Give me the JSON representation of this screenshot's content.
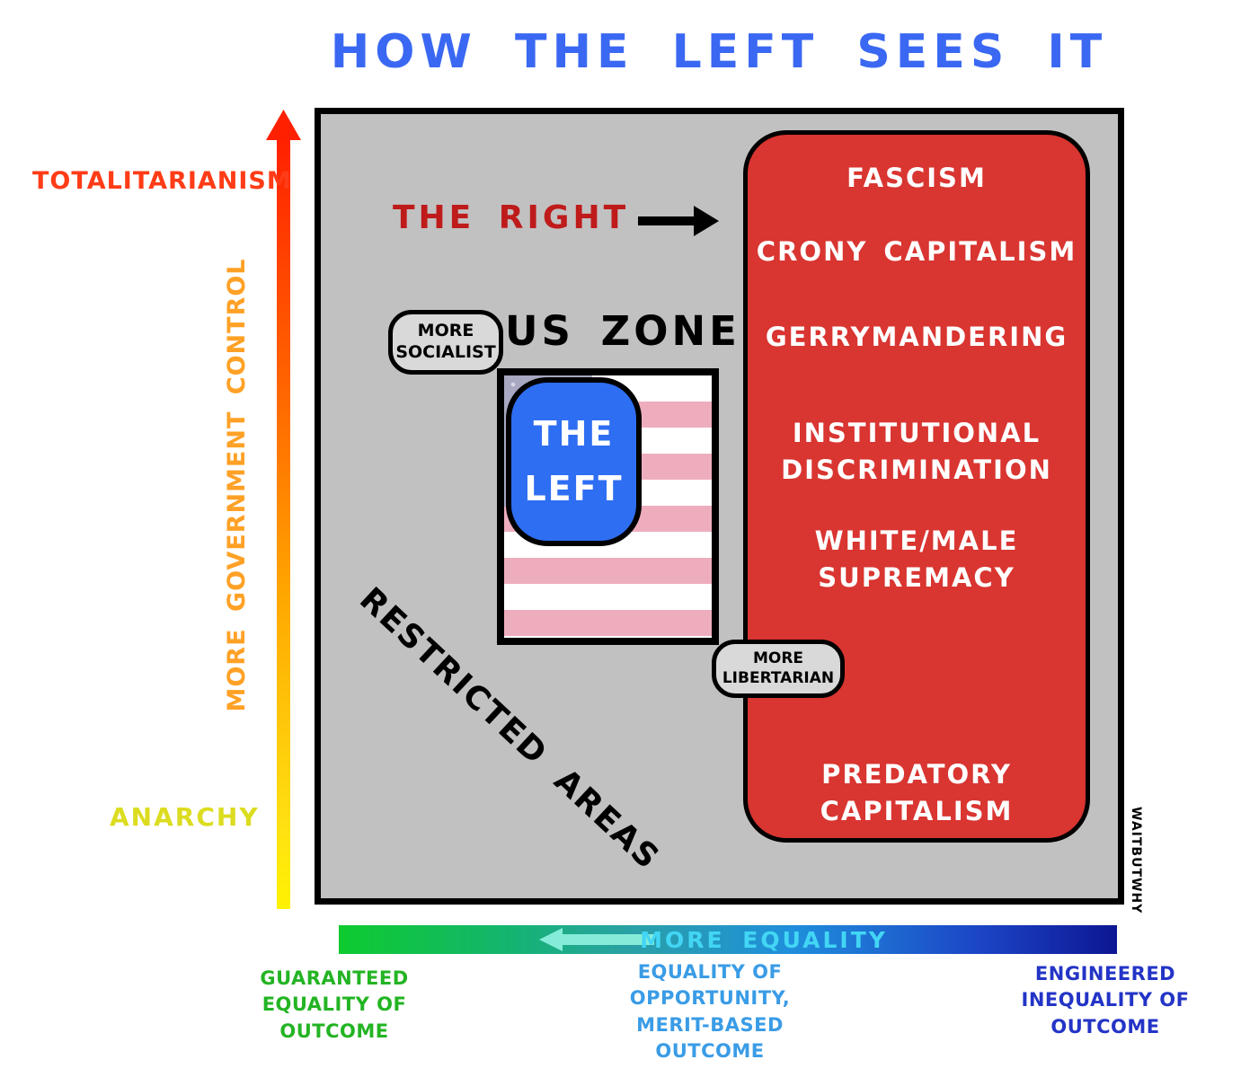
{
  "title": "HOW THE LEFT SEES IT",
  "watermark": "WAITBUTWHY",
  "y_axis": {
    "top_extreme": "TOTALITARIANISM",
    "label": "MORE GOVERNMENT CONTROL",
    "bottom_extreme": "ANARCHY"
  },
  "x_axis": {
    "bar_label": "MORE EQUALITY",
    "left_extreme": "GUARANTEED\nEQUALITY OF\nOUTCOME",
    "center_label": "EQUALITY OF\nOPPORTUNITY,\nMERIT-BASED\nOUTCOME",
    "right_extreme": "ENGINEERED\nINEQUALITY OF\nOUTCOME"
  },
  "chart": {
    "the_right_label": "THE RIGHT",
    "us_zone_label": "US ZONE",
    "the_left_label": "THE\nLEFT",
    "restricted_label": "RESTRICTED AREAS",
    "badges": {
      "more_socialist": "MORE\nSOCIALIST",
      "more_libertarian": "MORE\nLIBERTARIAN"
    },
    "red_zone_items": [
      "FASCISM",
      "CRONY CAPITALISM",
      "GERRYMANDERING",
      "INSTITUTIONAL\nDISCRIMINATION",
      "WHITE/MALE\nSUPREMACY",
      "PREDATORY\nCAPITALISM"
    ]
  },
  "colors": {
    "title_blue": "#3a68f2",
    "chart_bg_gray": "#c2c1c1",
    "red_zone": "#d93531",
    "the_right_text": "#bf1b1b",
    "the_left_box_blue": "#2e6ef2",
    "flag_stripe_pink": "#eeadbd",
    "flag_canton_lavender": "#a8a8c2",
    "totalitarianism_red": "#ff3c17",
    "gov_control_orange": "#ffa126",
    "anarchy_yellow": "#dcdc20",
    "bar_gradient_left_green": "#0ecb2e",
    "bar_gradient_right_navy": "#0d1693",
    "bar_label_cyan": "#42d6f4",
    "equality_green": "#23b423",
    "opportunity_blue": "#3a9ce6",
    "inequality_navy": "#2334c6"
  }
}
